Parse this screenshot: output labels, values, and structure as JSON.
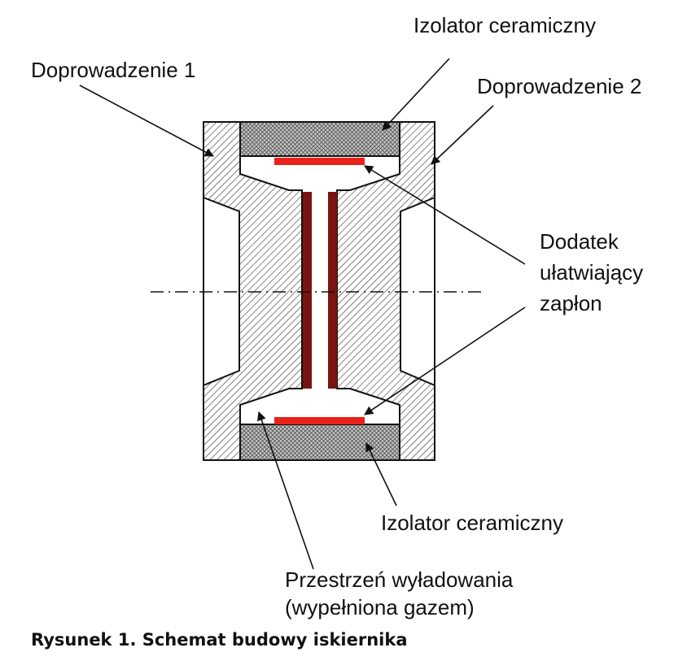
{
  "figure": {
    "caption": "Rysunek 1. Schemat budowy iskiernika",
    "labels": {
      "insulator_top": "Izolator ceramiczny",
      "lead_1": "Doprowadzenie 1",
      "lead_2": "Doprowadzenie 2",
      "ignition_aid_line1": "Dodatek",
      "ignition_aid_line2": "ułatwiający",
      "ignition_aid_line3": "zapłon",
      "insulator_bottom": "Izolator ceramiczny",
      "discharge_space_line1": "Przestrzeń wyładowania",
      "discharge_space_line2": "(wypełniona gazem)"
    },
    "colors": {
      "ignition_aid": "#e8221a",
      "electrode_face": "#7a1410",
      "outline": "#111111",
      "hatch": "#333333",
      "background": "#ffffff"
    }
  }
}
